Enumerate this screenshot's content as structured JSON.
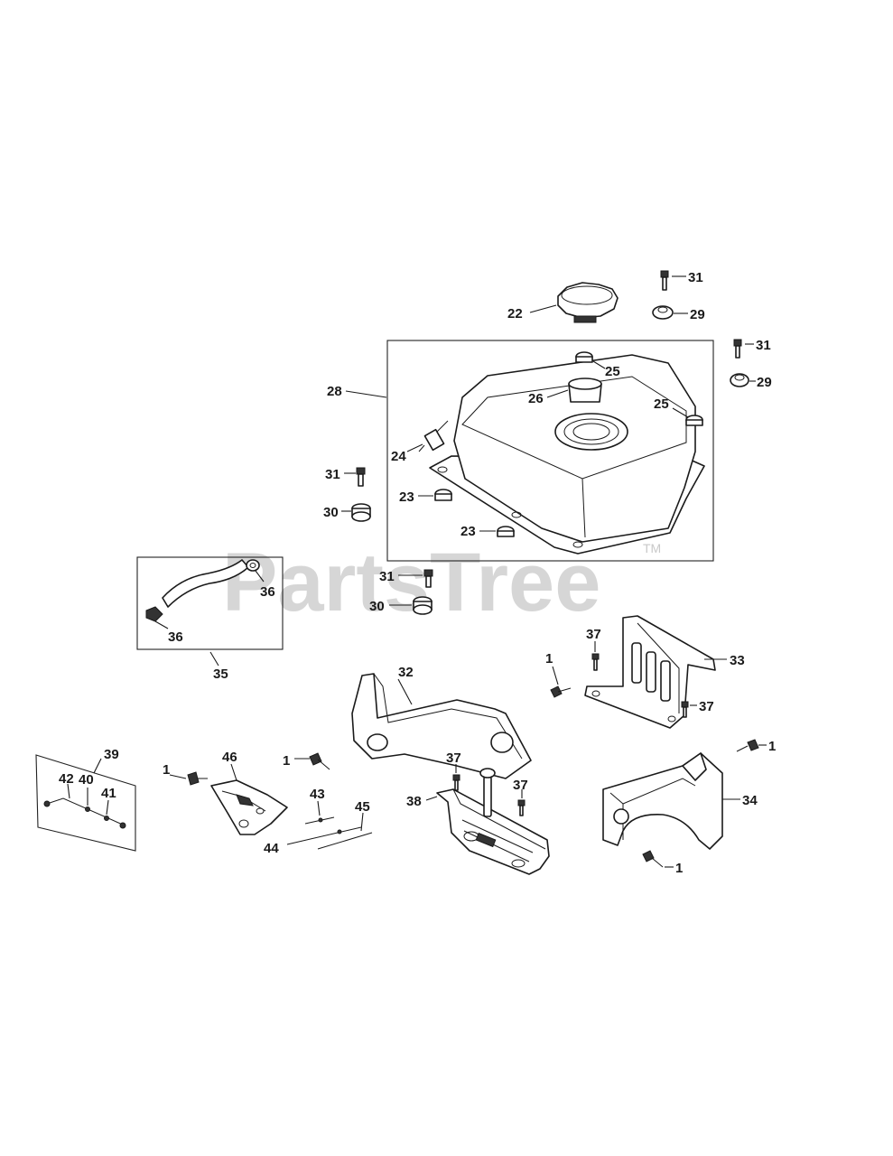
{
  "watermark": {
    "brand": "PartsTree",
    "trademark": "TM"
  },
  "callouts": {
    "c22": "22",
    "c31a": "31",
    "c29a": "29",
    "c31b": "31",
    "c29b": "29",
    "c28": "28",
    "c25a": "25",
    "c26": "26",
    "c25b": "25",
    "c24": "24",
    "c31c": "31",
    "c30a": "30",
    "c23a": "23",
    "c23b": "23",
    "c31d": "31",
    "c30b": "30",
    "c36a": "36",
    "c36b": "36",
    "c35": "35",
    "c37a": "37",
    "c1a": "1",
    "c33": "33",
    "c37b": "37",
    "c32": "32",
    "c1b": "1",
    "c1c": "1",
    "c39": "39",
    "c42": "42",
    "c40": "40",
    "c41": "41",
    "c1d": "1",
    "c46": "46",
    "c37c": "37",
    "c37d": "37",
    "c43": "43",
    "c45": "45",
    "c44": "44",
    "c38": "38",
    "c34": "34",
    "c1e": "1"
  }
}
